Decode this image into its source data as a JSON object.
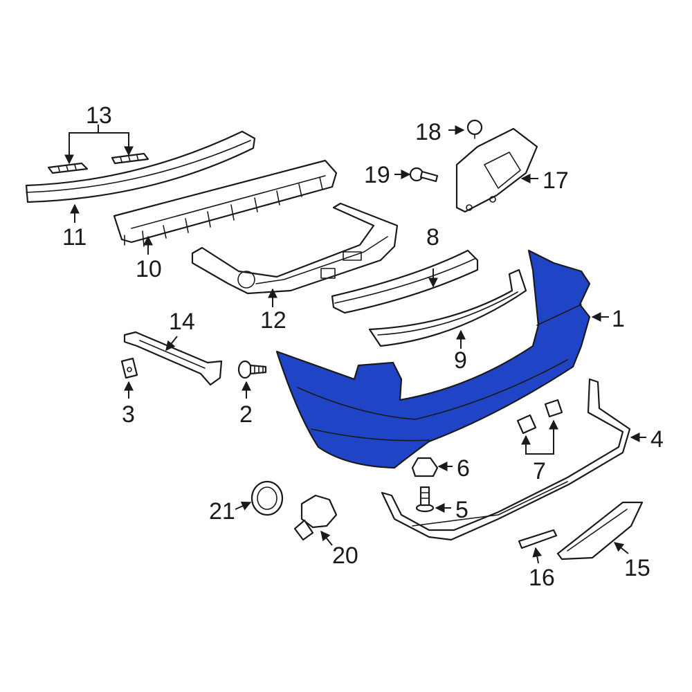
{
  "diagram": {
    "highlight_color": "#1f45c6",
    "line_color": "#1a1a1a",
    "callouts": {
      "c1": "1",
      "c2": "2",
      "c3": "3",
      "c4": "4",
      "c5": "5",
      "c6": "6",
      "c7": "7",
      "c8": "8",
      "c9": "9",
      "c10": "10",
      "c11": "11",
      "c12": "12",
      "c13": "13",
      "c14": "14",
      "c15": "15",
      "c16": "16",
      "c17": "17",
      "c18": "18",
      "c19": "19",
      "c20": "20",
      "c21": "21"
    }
  }
}
